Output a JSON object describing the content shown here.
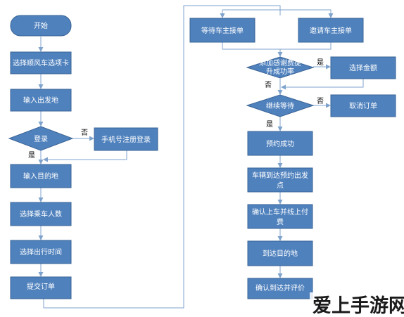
{
  "colors": {
    "node_fill": "#4f81bd",
    "node_stroke": "#3a6496",
    "edge": "#7fa3cc",
    "text_dark": "#000000",
    "text_light": "#ffffff"
  },
  "nodes": {
    "start": "开始",
    "select_tab": "选择顺风车选项卡",
    "input_origin": "输入出发地",
    "login": "登录",
    "phone_register": "手机号注册登录",
    "input_destination": "输入目的地",
    "select_passengers": "选择乘车人数",
    "select_time": "选择出行时间",
    "submit_order": "提交订单",
    "wait_driver": "等待车主接单",
    "invite_driver": "邀请车主接单",
    "add_fee_line1": "添加感谢费提",
    "add_fee_line2": "升成功率",
    "select_amount": "选择金额",
    "continue_wait": "继续等待",
    "cancel_order": "取消订单",
    "booked": "预约成功",
    "vehicle_arrived_line1": "车辆到达预约出发",
    "vehicle_arrived_line2": "点",
    "confirm_pay_line1": "确认上车并线上付",
    "confirm_pay_line2": "费",
    "arrive_destination": "到达目的地",
    "confirm_review": "确认到达并评价"
  },
  "labels": {
    "no": "否",
    "yes": "是"
  },
  "watermark": "爱上手游网"
}
